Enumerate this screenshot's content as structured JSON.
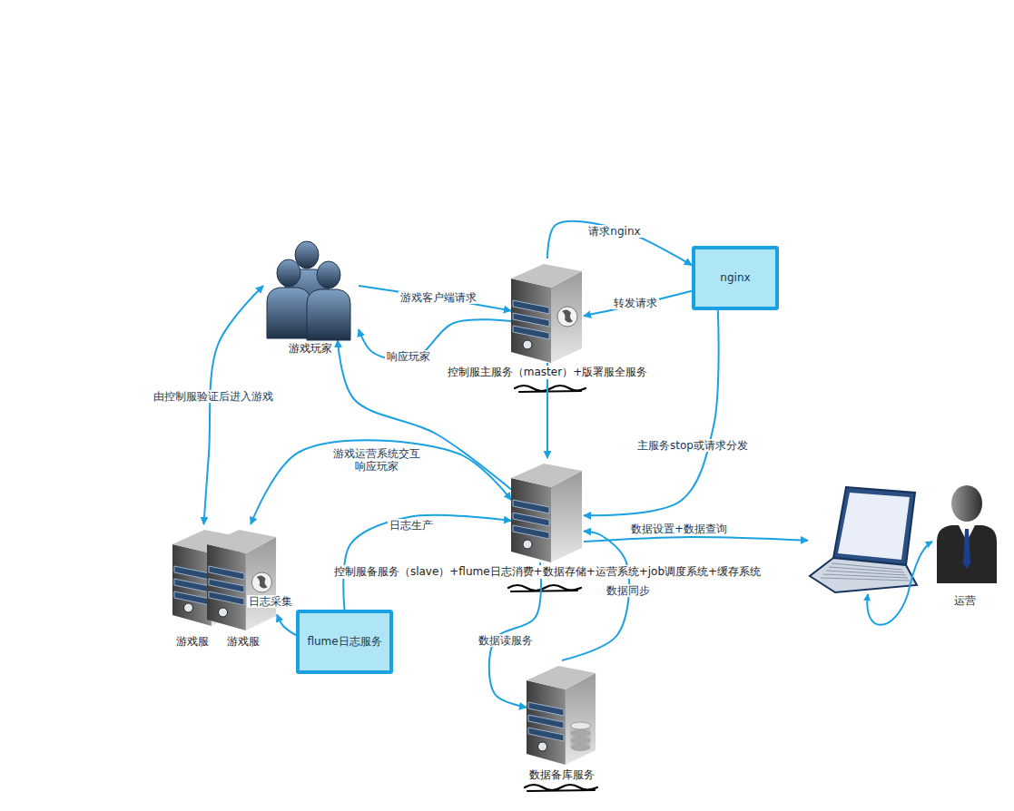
{
  "diagram": {
    "nodes": [
      {
        "text": [
          "游戏玩家"
        ]
      },
      {
        "text": [
          "控制服主服务（master）+版署服全服务"
        ]
      },
      {
        "text": [
          "nginx"
        ]
      },
      {
        "text": [
          "控制服备服务（slave）+flume日志消费+数据存储+运营系统+job调度系统+缓存系统"
        ]
      },
      {
        "text": [
          "游戏服",
          "游戏服"
        ]
      },
      {
        "text": [
          "flume日志服务"
        ]
      },
      {
        "text": [
          "数据备库服务"
        ]
      },
      {
        "text": [
          "运营"
        ]
      }
    ],
    "edges": [
      {
        "from": 0,
        "to": 1,
        "label": "游戏客户端请求",
        "arrow": "to"
      },
      {
        "from": 1,
        "to": 0,
        "label": "响应玩家",
        "arrow": "to"
      },
      {
        "from": 1,
        "to": 2,
        "label": "请求nginx",
        "arrow": "to"
      },
      {
        "from": 2,
        "to": 1,
        "label": "转发请求",
        "arrow": "to"
      },
      {
        "from": 1,
        "to": 3,
        "arrow": "to"
      },
      {
        "from": 2,
        "to": 3,
        "label": "主服务stop或请求分发",
        "arrow": "to"
      },
      {
        "from": 0,
        "to": 4,
        "label": "由控制服验证后进入游戏",
        "arrow": "both"
      },
      {
        "from": 3,
        "to": 4,
        "label": "游戏运营系统交互",
        "arrow": "both"
      },
      {
        "from": 3,
        "to": 0,
        "label": "响应玩家",
        "arrow": "to"
      },
      {
        "from": 5,
        "to": 3,
        "label": "日志生产",
        "arrow": "to"
      },
      {
        "from": 5,
        "to": 4,
        "label": "日志采集",
        "arrow": "to"
      },
      {
        "from": 3,
        "to": 6,
        "label": "数据读服务",
        "arrow": "to"
      },
      {
        "from": 6,
        "to": 3,
        "label": "数据同步",
        "arrow": "to"
      },
      {
        "from": 3,
        "to": 7,
        "label": "数据设置+数据查询",
        "arrow": "to"
      }
    ]
  }
}
